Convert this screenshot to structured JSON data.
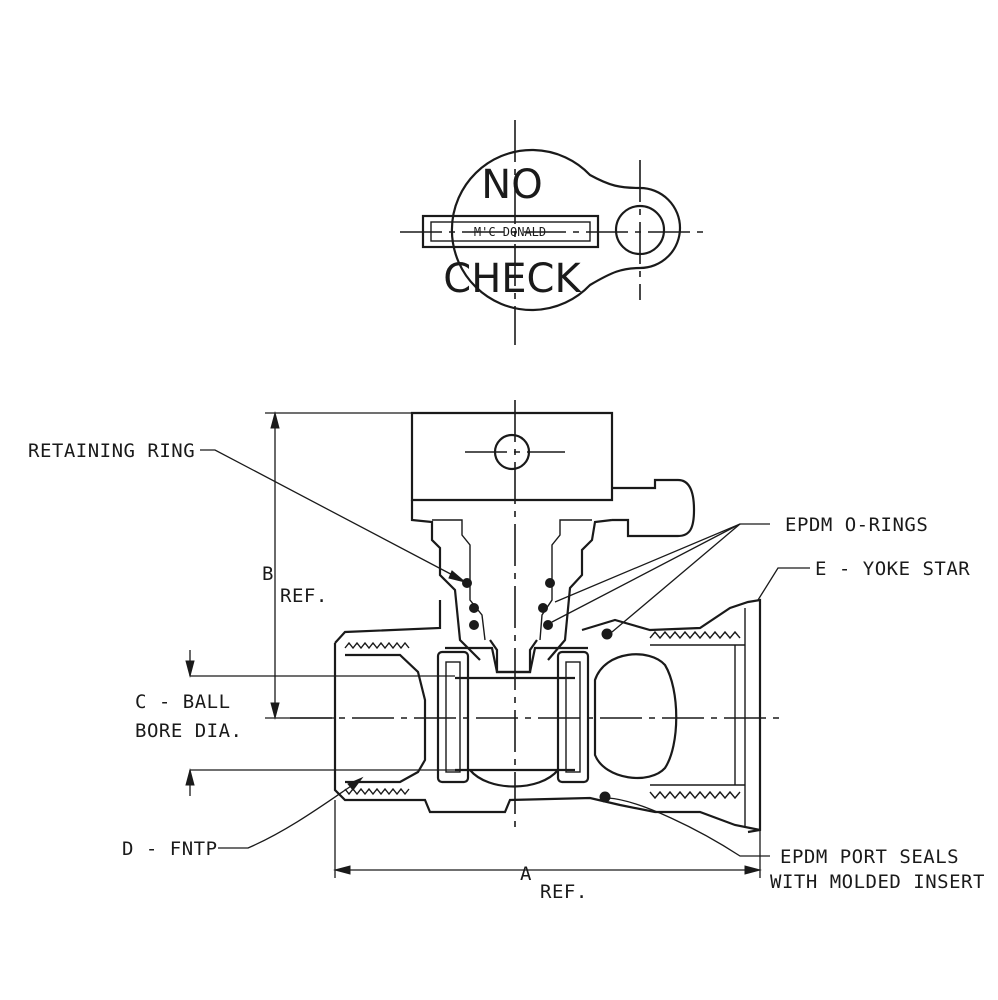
{
  "top_view": {
    "line1": "NO",
    "brand": "M'C DONALD",
    "line2": "CHECK"
  },
  "labels": {
    "retaining_ring": "RETAINING RING",
    "b_letter": "B",
    "b_ref": "REF.",
    "c_line1": "C - BALL",
    "c_line2": "BORE DIA.",
    "d_fntp": "D - FNTP",
    "epdm_orings": "EPDM O-RINGS",
    "e_yoke": "E - YOKE STAR",
    "a_letter": "A",
    "a_ref": "REF.",
    "port_seals_1": "EPDM PORT SEALS",
    "port_seals_2": "WITH MOLDED INSERT"
  }
}
